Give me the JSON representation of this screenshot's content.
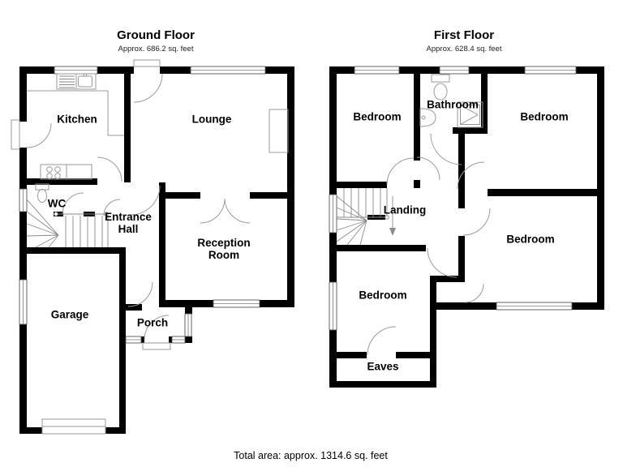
{
  "colors": {
    "wall": "#000000",
    "bg": "#ffffff",
    "fixture": "#9a9a9a",
    "text": "#000000"
  },
  "ground_floor": {
    "title": "Ground Floor",
    "area_label": "Approx. 686.2 sq. feet",
    "rooms": {
      "kitchen": "Kitchen",
      "lounge": "Lounge",
      "wc": "WC",
      "entrance_hall": "Entrance Hall",
      "reception_room": "Reception Room",
      "garage": "Garage",
      "porch": "Porch"
    }
  },
  "first_floor": {
    "title": "First Floor",
    "area_label": "Approx. 628.4 sq. feet",
    "rooms": {
      "bedroom_front_left": "Bedroom",
      "bathroom": "Bathroom",
      "bedroom_front_right": "Bedroom",
      "landing": "Landing",
      "bedroom_right": "Bedroom",
      "bedroom_back_left": "Bedroom",
      "eaves": "Eaves"
    }
  },
  "footer": {
    "total_area": "Total area: approx. 1314.6 sq. feet"
  }
}
